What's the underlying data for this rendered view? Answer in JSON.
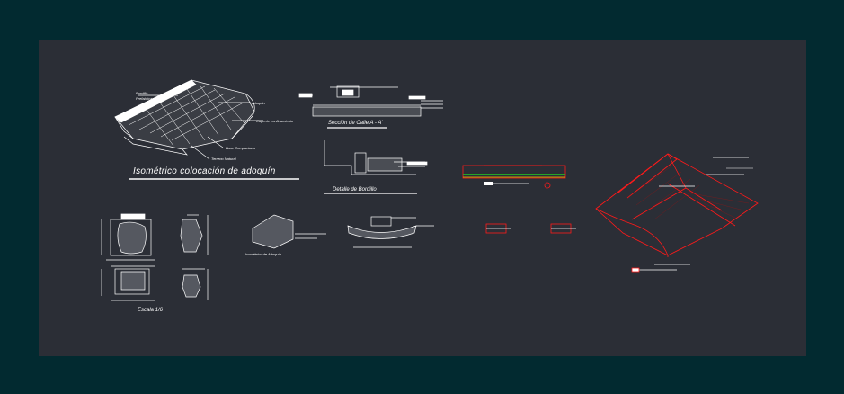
{
  "labels": {
    "bordillo": "Bordillo",
    "bordillo_sub": "Prefabricado",
    "adoquin": "Adoquín",
    "capa_confinamiento": "Capa de confinamiento",
    "base_compactada": "Base Compactada",
    "terreno_natural": "Terreno Natural",
    "isometrico_title": "Isométrico colocación de adoquín",
    "seccion_calle": "Sección de Calle A - A'",
    "detalle_bordillo": "Detalle de Bordillo",
    "escala": "Escala   1/6",
    "isometrico_adoquin": "Isométrico de Adoquín"
  },
  "colors": {
    "background": "#022a30",
    "drawing_area": "#2b2e36",
    "linework": "#ffffff",
    "red_detail": "#ff1a1a",
    "green_layer": "#22cc22",
    "yellow_layer": "#e0d000"
  }
}
